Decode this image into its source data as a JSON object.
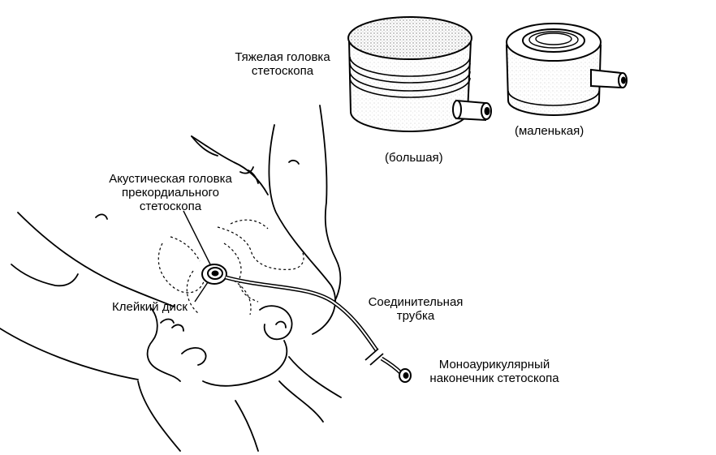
{
  "labels": {
    "heavy_head": [
      "Тяжелая головка",
      "стетоскопа"
    ],
    "large": "(большая)",
    "small": "(маленькая)",
    "acoustic_head": [
      "Акустическая головка",
      "прекордиального",
      "стетоскопа"
    ],
    "adhesive_disc": "Клейкий диск",
    "connecting_tube": [
      "Соединительная",
      "трубка"
    ],
    "earpiece": [
      "Моноаурикулярный",
      "наконечник стетоскопа"
    ]
  },
  "colors": {
    "ink": "#000000",
    "paper": "#ffffff",
    "stipple": "#9a9a9a"
  }
}
